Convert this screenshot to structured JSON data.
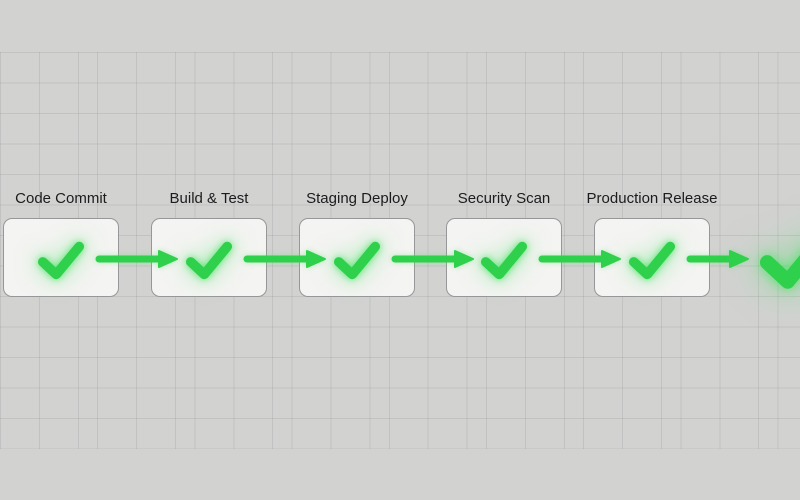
{
  "diagram": {
    "type": "pipeline-flowchart",
    "stage_count": 5
  },
  "stages": [
    {
      "label": "Code Commit",
      "icon": "check-icon",
      "status": "passed"
    },
    {
      "label": "Build & Test",
      "icon": "check-icon",
      "status": "passed"
    },
    {
      "label": "Staging Deploy",
      "icon": "check-icon",
      "status": "passed"
    },
    {
      "label": "Security Scan",
      "icon": "check-icon",
      "status": "passed"
    },
    {
      "label": "Production Release",
      "icon": "check-icon",
      "status": "passed"
    }
  ],
  "final_node": {
    "icon": "check-icon",
    "status": "passed"
  },
  "colors": {
    "accent_green": "#2fd04c",
    "canvas_bg": "#d2d2d1",
    "box_fill": "#f4f4f2",
    "box_border": "#97979a",
    "label_text": "#1c1c1e",
    "grid_line": "#c4c4c3"
  }
}
